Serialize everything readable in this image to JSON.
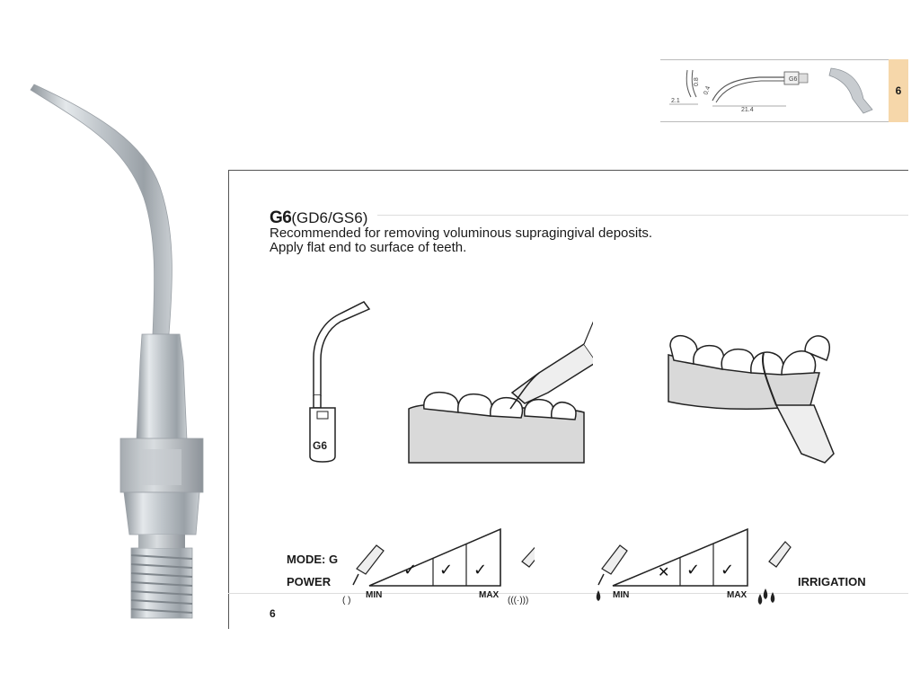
{
  "thumbnail": {
    "dims": {
      "a": "2.1",
      "b": "0.8",
      "c": "0.4",
      "d": "21.4"
    },
    "label": "G6",
    "badge": "6"
  },
  "card": {
    "code": "G6",
    "variants": "(GD6/GS6)",
    "line1": "Recommended for removing voluminous supragingival deposits.",
    "line2": "Apply flat end to surface of teeth.",
    "tip_label": "G6"
  },
  "power": {
    "mode": "MODE: G",
    "label": "POWER",
    "min": "MIN",
    "max": "MAX",
    "levels": [
      "blank",
      "check",
      "check",
      "check"
    ]
  },
  "irrigation": {
    "label": "IRRIGATION",
    "min": "MIN",
    "max": "MAX",
    "levels": [
      "blank",
      "cross",
      "check",
      "check"
    ]
  },
  "footer": {
    "page": "6"
  }
}
